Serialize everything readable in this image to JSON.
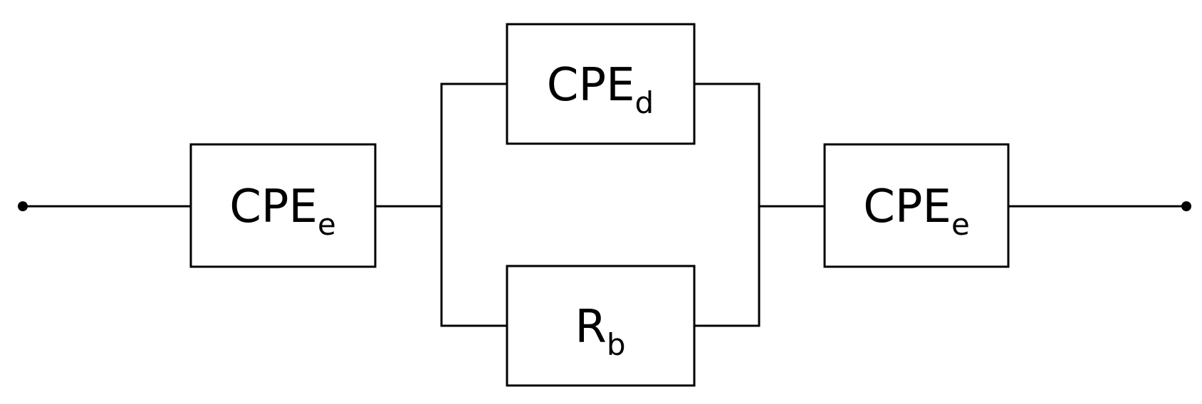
{
  "diagram": {
    "type": "equivalent-circuit",
    "components": [
      {
        "id": "cpe-left",
        "label_main": "CPE",
        "label_sub": "e"
      },
      {
        "id": "cpe-top",
        "label_main": "CPE",
        "label_sub": "d"
      },
      {
        "id": "resistor-bottom",
        "label_main": "R",
        "label_sub": "b"
      },
      {
        "id": "cpe-right",
        "label_main": "CPE",
        "label_sub": "e"
      }
    ],
    "connections": [
      "terminal-left -> cpe-left",
      "cpe-left -> parallel(cpe-top, resistor-bottom)",
      "parallel(cpe-top, resistor-bottom) -> cpe-right",
      "cpe-right -> terminal-right"
    ],
    "colors": {
      "line": "#000000",
      "background": "#ffffff"
    }
  }
}
